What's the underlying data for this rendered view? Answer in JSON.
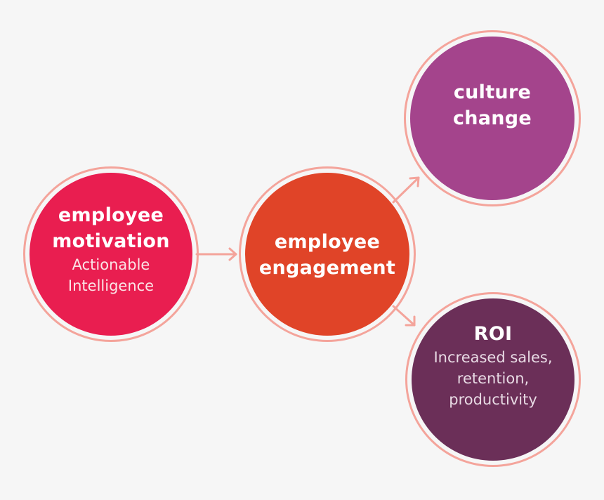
{
  "colors": {
    "background": "#f6f6f6",
    "ring": "#f4a49b",
    "arrow": "#f4a49b",
    "motivation_fill": "#e91e50",
    "engagement_fill": "#e04428",
    "culture_fill": "#a4448c",
    "roi_fill": "#6b2f58",
    "text": "#ffffff"
  },
  "nodes": {
    "motivation": {
      "title_line1": "employee",
      "title_line2": "motivation",
      "sub_line1": "Actionable",
      "sub_line2": "Intelligence"
    },
    "engagement": {
      "title_line1": "employee",
      "title_line2": "engagement"
    },
    "culture": {
      "title_line1": "culture",
      "title_line2": "change"
    },
    "roi": {
      "title": "ROI",
      "sub_line1": "Increased sales,",
      "sub_line2": "retention,",
      "sub_line3": "productivity"
    }
  },
  "edges": [
    {
      "from": "motivation",
      "to": "engagement"
    },
    {
      "from": "engagement",
      "to": "culture"
    },
    {
      "from": "engagement",
      "to": "roi"
    }
  ]
}
